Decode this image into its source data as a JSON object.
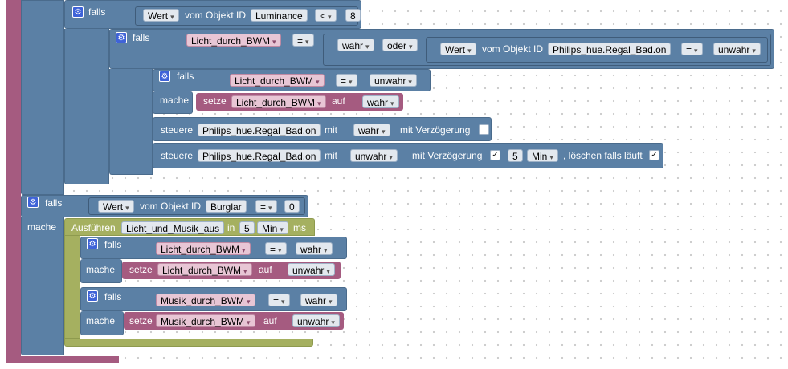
{
  "kw": {
    "if": "falls",
    "do": "mache",
    "set": "setze",
    "to": "auf",
    "control": "steuere",
    "with": "mit",
    "delay": "mit Verzögerung",
    "clear": ", löschen falls läuft",
    "value": "Wert",
    "from_id": "vom Objekt ID",
    "or": "oder",
    "run": "Ausführen",
    "in": "in",
    "ms": "ms"
  },
  "ops": {
    "lt": "<",
    "eq": "="
  },
  "values": {
    "true": "wahr",
    "false": "unwahr",
    "eight": "8",
    "zero": "0",
    "five": "5",
    "min": "Min",
    "check": "✓"
  },
  "objects": {
    "luminance": "Luminance",
    "burglar": "Burglar",
    "regal": "Philips_hue.Regal_Bad.on"
  },
  "vars": {
    "licht": "Licht_durch_BWM",
    "musik": "Musik_durch_BWM"
  },
  "schedule": {
    "name": "Licht_und_Musik_aus"
  },
  "colors": {
    "logic": "#5b80a5",
    "variable": "#a55b80",
    "timer": "#a5b060"
  }
}
